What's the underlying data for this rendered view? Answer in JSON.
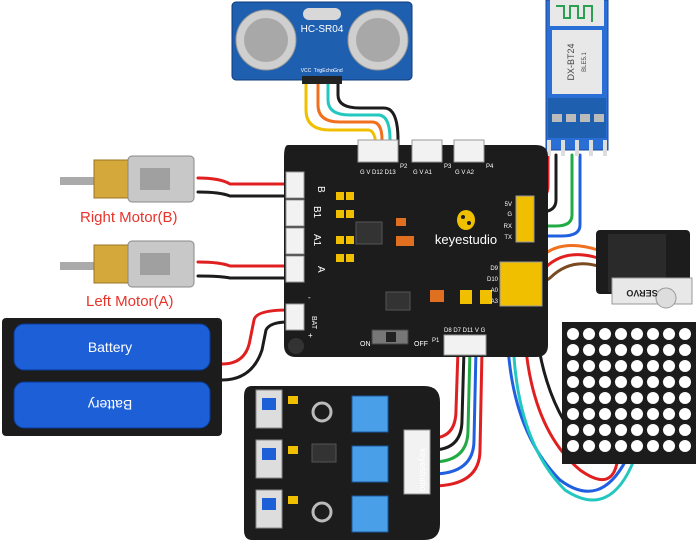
{
  "labels": {
    "right_motor": "Right Motor(B)",
    "left_motor": "Left Motor(A)",
    "battery_top": "Battery",
    "battery_bottom": "Battery"
  },
  "ultrasonic": {
    "model": "HC-SR04",
    "pins": [
      "VCC",
      "Trig",
      "Echo",
      "Gnd"
    ]
  },
  "bluetooth": {
    "model": "DX-BT24",
    "sub": "BLE5.1"
  },
  "servo": {
    "label": "SERVO"
  },
  "board": {
    "brand": "keyestudio",
    "p2_pins": "G V D12 D13",
    "p2": "P2",
    "p3_pins": "G V A1",
    "p3": "P3",
    "p4_pins": "G V A2",
    "p4": "P4",
    "motor_b": "B",
    "motor_b1": "B1",
    "motor_a1": "A1",
    "motor_a": "A",
    "bat": "BAT",
    "bat_minus": "-",
    "bat_plus": "+",
    "bt_pins": [
      "5V",
      "G",
      "RX",
      "TX"
    ],
    "right_pins": [
      "D9",
      "D10",
      "A0",
      "A3"
    ],
    "p1_pins": "D8 D7 D11 V G",
    "p1": "P1",
    "switch_on": "ON",
    "switch_off": "OFF"
  },
  "line_sensor": {
    "brand": "keyestudio"
  },
  "colors": {
    "board": "#1c1c1c",
    "blue_board": "#1f5fb0",
    "battery": "#1d5fd6",
    "wire_red": "#e02020",
    "wire_orange": "#f07020",
    "wire_green": "#22aa44",
    "wire_blue": "#2060e0",
    "wire_cyan": "#22c8c0",
    "wire_yellow": "#f0c000",
    "label_red": "#e8332a"
  }
}
